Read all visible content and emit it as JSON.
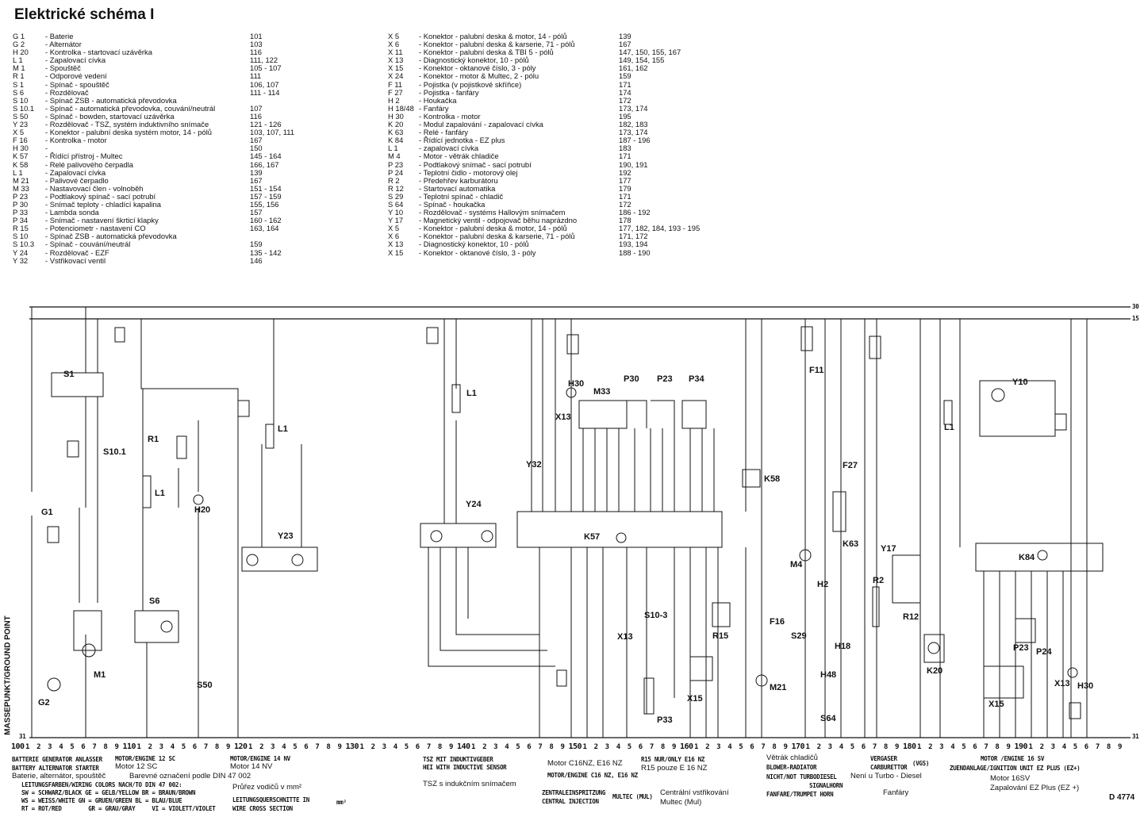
{
  "title": "Elektrické schéma I",
  "legend_left": [
    {
      "code": "G 1",
      "desc": "- Baterie",
      "pages": "101"
    },
    {
      "code": "G 2",
      "desc": "- Alternátor",
      "pages": "103"
    },
    {
      "code": "H 20",
      "desc": "- Kontrolka - startovací uzávěrka",
      "pages": "116"
    },
    {
      "code": "L 1",
      "desc": "- Zapalovací cívka",
      "pages": "111, 122"
    },
    {
      "code": "M 1",
      "desc": "- Spouštěč",
      "pages": "105 - 107"
    },
    {
      "code": "R 1",
      "desc": "- Odporové vedení",
      "pages": "111"
    },
    {
      "code": "S 1",
      "desc": "- Spínač - spouštěč",
      "pages": "106, 107"
    },
    {
      "code": "S 6",
      "desc": "- Rozdělovač",
      "pages": "111 - 114"
    },
    {
      "code": "S 10",
      "desc": "- Spínač ZSB - automatická převodovka",
      "pages": ""
    },
    {
      "code": "S 10.1",
      "desc": "- Spínač - automatická převodovka, couvání/neutrál",
      "pages": "107"
    },
    {
      "code": "S 50",
      "desc": "- Spínač - bowden, startovací uzávěrka",
      "pages": "116"
    },
    {
      "code": "Y 23",
      "desc": "- Rozdělovač - TSZ, systém induktivního snímače",
      "pages": "121 - 126"
    },
    {
      "code": "X 5",
      "desc": "- Konektor - palubní deska systém motor, 14 - pólů",
      "pages": "103, 107, 111"
    },
    {
      "code": "F 16",
      "desc": "- Kontrolka - motor",
      "pages": "167"
    },
    {
      "code": "H 30",
      "desc": "-",
      "pages": "150"
    },
    {
      "code": "K 57",
      "desc": "- Řídící přístroj - Multec",
      "pages": "145 - 164"
    },
    {
      "code": "K 58",
      "desc": "- Relé palivového čerpadla",
      "pages": "166, 167"
    },
    {
      "code": "L 1",
      "desc": "- Zapalovací cívka",
      "pages": "139"
    },
    {
      "code": "M 21",
      "desc": "- Palivové čerpadlo",
      "pages": "167"
    },
    {
      "code": "M 33",
      "desc": "- Nastavovací člen - volnoběh",
      "pages": "151 - 154"
    },
    {
      "code": "P 23",
      "desc": "- Podtlakový spínač - sací potrubí",
      "pages": "157 - 159"
    },
    {
      "code": "P 30",
      "desc": "- Snímač teploty - chladící kapalina",
      "pages": "155, 156"
    },
    {
      "code": "P 33",
      "desc": "- Lambda sonda",
      "pages": "157"
    },
    {
      "code": "P 34",
      "desc": "- Snímač - nastavení škrticí klapky",
      "pages": "160 - 162"
    },
    {
      "code": "R 15",
      "desc": "- Potenciometr - nastavení CO",
      "pages": "163, 164"
    },
    {
      "code": "S 10",
      "desc": "- Spínač ZSB - automatická převodovka",
      "pages": ""
    },
    {
      "code": "S 10.3",
      "desc": "- Spínač - couvání/neutrál",
      "pages": "159"
    },
    {
      "code": "Y 24",
      "desc": "- Rozdělovač - EZF",
      "pages": "135 - 142"
    },
    {
      "code": "Y 32",
      "desc": "- Vstřikovací ventil",
      "pages": "146"
    }
  ],
  "legend_right": [
    {
      "code": "X 5",
      "desc": "- Konektor - palubní deska & motor, 14 - pólů",
      "pages": "139"
    },
    {
      "code": "X 6",
      "desc": "- Konektor - palubní deska & karserie, 71 - pólů",
      "pages": "167"
    },
    {
      "code": "X 11",
      "desc": "- Konektor - palubní deska & TBI 5 - pólů",
      "pages": "147, 150, 155, 167"
    },
    {
      "code": "X 13",
      "desc": "- Diagnostický konektor, 10 - pólů",
      "pages": "149, 154, 155"
    },
    {
      "code": "X 15",
      "desc": "- Konektor - oktanové číslo, 3 - póly",
      "pages": "161, 162"
    },
    {
      "code": "X 24",
      "desc": "- Konektor - motor & Multec, 2 - pólu",
      "pages": "159"
    },
    {
      "code": "F 11",
      "desc": "- Pojistka (v pojistkové skříňce)",
      "pages": "171"
    },
    {
      "code": "F 27",
      "desc": "- Pojistka - fanfáry",
      "pages": "174"
    },
    {
      "code": "H 2",
      "desc": "- Houkačka",
      "pages": "172"
    },
    {
      "code": "H 18/48",
      "desc": "- Fanfáry",
      "pages": "173, 174"
    },
    {
      "code": "H 30",
      "desc": "- Kontrolka - motor",
      "pages": "195"
    },
    {
      "code": "K 20",
      "desc": "- Modul zapalování - zapalovací cívka",
      "pages": "182, 183"
    },
    {
      "code": "K 63",
      "desc": "- Relé - fanfáry",
      "pages": "173, 174"
    },
    {
      "code": "K 84",
      "desc": "- Řídící jednotka - EZ plus",
      "pages": "187 - 196"
    },
    {
      "code": "L 1",
      "desc": "- zapalovací cívka",
      "pages": "183"
    },
    {
      "code": "M 4",
      "desc": "- Motor - větrák chladiče",
      "pages": "171"
    },
    {
      "code": "P 23",
      "desc": "- Podtlakový snímač - sací potrubí",
      "pages": "190, 191"
    },
    {
      "code": "P 24",
      "desc": "- Teplotní čidlo - motorový olej",
      "pages": "192"
    },
    {
      "code": "R 2",
      "desc": "- Předehřev karburátoru",
      "pages": "177"
    },
    {
      "code": "R 12",
      "desc": "- Startovací automatika",
      "pages": "179"
    },
    {
      "code": "S 29",
      "desc": "- Teplotní spínač - chladič",
      "pages": "171"
    },
    {
      "code": "S 64",
      "desc": "- Spínač - houkačka",
      "pages": "172"
    },
    {
      "code": "Y 10",
      "desc": "- Rozdělovač - systéms Hallovým snímačem",
      "pages": "186 - 192"
    },
    {
      "code": "Y 17",
      "desc": "- Magnetický ventil - odpojovač běhu naprázdno",
      "pages": "178"
    },
    {
      "code": "X 5",
      "desc": "- Konektor - palubní deska & motor, 14 - pólů",
      "pages": "177, 182, 184, 193 - 195"
    },
    {
      "code": "X 6",
      "desc": "- Konektor - palubní deska & karserie, 71 - pólů",
      "pages": "171, 172"
    },
    {
      "code": "X 13",
      "desc": "- Diagnostický konektor, 10 - pólů",
      "pages": "193, 194"
    },
    {
      "code": "X 15",
      "desc": "- Konektor - oktanové číslo, 3 - póly",
      "pages": "188 - 190"
    }
  ],
  "components": [
    "S1",
    "G1",
    "M1",
    "G2",
    "S10.1",
    "R1",
    "L1",
    "S6",
    "H20",
    "S50",
    "L1",
    "Y23",
    "Y24",
    "L1",
    "K57",
    "M33",
    "P30",
    "P23",
    "P34",
    "K58",
    "X13",
    "Y32",
    "H30",
    "X13",
    "S10-3",
    "P33",
    "R15",
    "X15",
    "F16",
    "M21",
    "F11",
    "M4",
    "S29",
    "H2",
    "F27",
    "K63",
    "H18",
    "H48",
    "S64",
    "Y17",
    "R2",
    "R12",
    "L1",
    "Y10",
    "K84",
    "K20",
    "P23",
    "P24",
    "X13",
    "H30",
    "X15"
  ],
  "rails": {
    "top": "30",
    "second": "15",
    "ground": "31",
    "ground_left": "31",
    "ground_point": "MASSEPUNKT/GROUND POINT"
  },
  "ruler": {
    "start": 100,
    "end": 199
  },
  "bottom_labels": {
    "battery_de": "BATTERIE  GENERATOR  ANLASSER",
    "battery_en": "BATTERY  ALTERNATOR  STARTER",
    "battery_cz": "Baterie, alternátor, spouštěč",
    "colors_cz": "Barevné označení podle DIN 47 002",
    "engine12_de": "MOTOR/ENGINE 12 SC",
    "engine12_cz": "Motor 12 SC",
    "engine14_de": "MOTOR/ENGINE 14 NV",
    "engine14_cz": "Motor 14 NV",
    "colors_title": "LEITUNGSFARBEN/WIRING COLORS NACH/TO DIN 47 002:",
    "colors_row1": "SW = SCHWARZ/BLACK   GE = GELB/YELLOW   BR = BRAUN/BROWN",
    "colors_row2": "WS = WEISS/WHITE    GN = GRUEN/GREEN   BL = BLAU/BLUE",
    "colors_row3": "RT = ROT/RED        GR = GRAU/GRAY     VI = VIOLETT/VIOLET",
    "cross_cz": "Průřez vodičů v mm²",
    "cross_de": "LEITUNGSQUERSCHNITTE IN",
    "cross_en": "WIRE CROSS SECTION",
    "cross_unit": "mm²",
    "tsz_de": "TSZ MIT INDUKTIVGEBER",
    "tsz_en": "HEI WITH INDUCTIVE SENSOR",
    "tsz_cz": "TSZ s indukčním snímačem",
    "c16_cz": "Motor C16NZ, E16 NZ",
    "c16_de": "MOTOR/ENGINE C16 NZ, E16 NZ",
    "central_de": "ZENTRALEINSPRITZUNG",
    "central_en": "CENTRAL INJECTION",
    "multec": "MULTEC (MUL)",
    "central_cz": "Centrální vstřikování",
    "multec_cz": "Multec (Mul)",
    "r15_de": "R15 NUR/ONLY E16 NZ",
    "r15_cz": "R15 pouze E 16 NZ",
    "blower_cz": "Větrák chladičů",
    "blower_en": "BLOWER-RADIATOR",
    "turbo_de": "NICHT/NOT TURBODIESEL",
    "turbo_cz": "Není u Turbo - Diesel",
    "signal": "SIGNALHORN",
    "fanfare_de": "FANFARE/TRUMPET HORN",
    "fanfare_cz": "Fanfáry",
    "carb_de": "VERGASER",
    "carb_en": "CARBURETTOR",
    "carb_code": "(VGS)",
    "engine16_de": "MOTOR /ENGINE 16 SV",
    "ignition_de": "ZUENDANLAGE/IGNITION UNIT EZ PLUS (EZ+)",
    "engine16_cz": "Motor 16SV",
    "ignition_cz": "Zapalování EZ Plus (EZ +)",
    "doc_id": "D 4774"
  }
}
